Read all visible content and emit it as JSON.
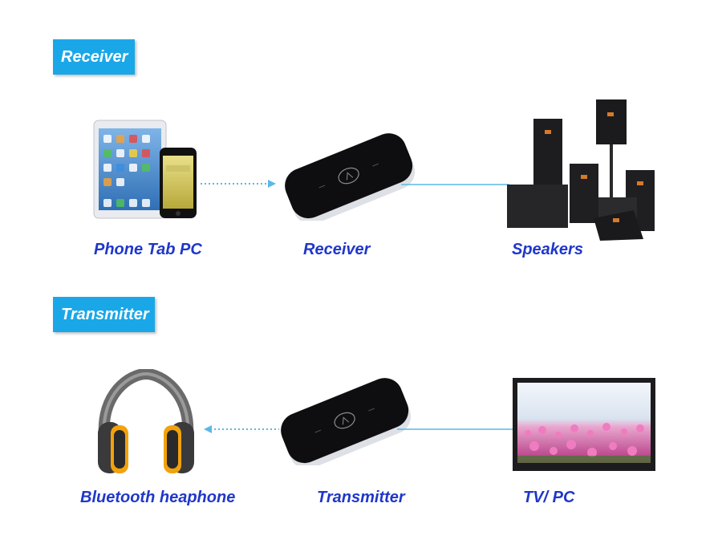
{
  "receiver_section": {
    "badge": "Receiver",
    "source_label": "Phone Tab PC",
    "device_label": "Receiver",
    "output_label": "Speakers"
  },
  "transmitter_section": {
    "badge": "Transmitter",
    "output_label": "Bluetooth heaphone",
    "device_label": "Transmitter",
    "source_label": "TV/ PC"
  },
  "colors": {
    "badge": "#1aa7e8",
    "label": "#1f37c9",
    "connector": "#5bb8e6"
  }
}
